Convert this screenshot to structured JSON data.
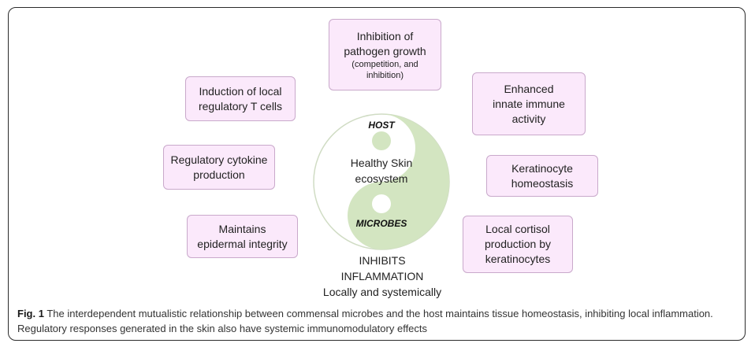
{
  "boxes": {
    "pathogen_title": "Inhibition of\npathogen growth",
    "pathogen_sub": "(competition, and\ninhibition)",
    "treg": "Induction of local\nregulatory T cells",
    "innate": "Enhanced\ninnate immune\nactivity",
    "cytokine": "Regulatory cytokine\nproduction",
    "keratinocyte": "Keratinocyte\nhomeostasis",
    "epidermal": "Maintains\nepidermal integrity",
    "cortisol": "Local cortisol\nproduction by\nkeratinocytes"
  },
  "center": {
    "host": "HOST",
    "microbes": "MICROBES",
    "line1": "Healthy Skin",
    "line2": "ecosystem"
  },
  "inhibits": "INHIBITS\nINFLAMMATION\nLocally and systemically",
  "caption": {
    "label": "Fig. 1",
    "text": " The interdependent mutualistic relationship between commensal microbes and the host maintains tissue homeostasis, inhibiting local inflammation. Regulatory responses generated in the skin also have systemic immunomodulatory effects"
  },
  "colors": {
    "box_fill": "#fbe9fb",
    "box_border": "#c9a9cb",
    "yin_green": "#d3e5c1",
    "yang_white": "#ffffff"
  }
}
